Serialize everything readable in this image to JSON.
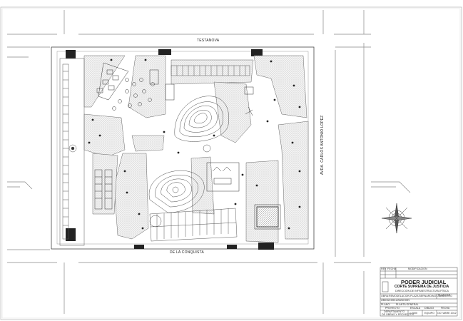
{
  "streets": {
    "top": "TESTANOVA",
    "bottom": "DE LA CONQUISTA",
    "right": "AVDA. CARLOS ANTONIO LOPEZ"
  },
  "title_block": {
    "rev_header": "REV",
    "date_header": "FECHA",
    "modification_header": "MODIFICACION",
    "title1": "PODER JUDICIAL",
    "title2": "CORTE SUPREMA DE JUSTICIA",
    "office": "DIRECCIÓN DE INFRAESTRUCTURA FÍSICA",
    "plan_no_label": "PLANO Nº",
    "obra_label": "OBRA:",
    "obra_value": "REMODELACION PLAZA BERNARDINO CABALLERO",
    "ubicacion_label": "UBICACION:",
    "ubicacion_value": "ASUNCION",
    "plano_label": "PLANO:",
    "plano_value": "PLANTA GENERAL",
    "proyecto_label": "PROYECTO",
    "escala_label": "ESCALA",
    "dibujo_label": "DIBUJO",
    "fecha_label": "FECHA",
    "dept_line1": "DEPARTAMENTO",
    "dept_line2": "DE OBRAS Y PROYECTOS",
    "escala_value": "1:2000",
    "dibujo_value": "EQUIPO",
    "fecha_value": "OCTUBRE 2012"
  }
}
